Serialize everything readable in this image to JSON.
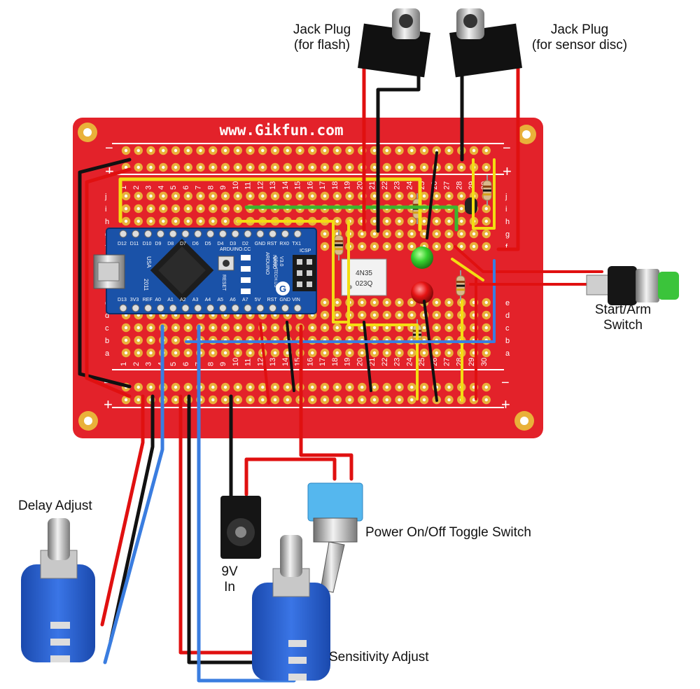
{
  "board": {
    "url_text": "www.Gikfun.com",
    "row_letters_top": [
      "j",
      "i",
      "h",
      "g",
      "f"
    ],
    "row_letters_bottom": [
      "e",
      "d",
      "c",
      "b",
      "a"
    ],
    "column_numbers": [
      "1",
      "2",
      "3",
      "4",
      "5",
      "6",
      "7",
      "8",
      "9",
      "10",
      "11",
      "12",
      "13",
      "14",
      "15",
      "16",
      "17",
      "18",
      "19",
      "20",
      "21",
      "22",
      "23",
      "24",
      "25",
      "26",
      "27",
      "28",
      "29",
      "30"
    ],
    "rail_plus": "+",
    "rail_minus": "−"
  },
  "arduino": {
    "name_lines": [
      "ARDUINO",
      "NANO",
      "V3.0"
    ],
    "brand": "ARDUINO.CC",
    "maker": "GRAVITECH.US",
    "year": "2011",
    "usa": "USA",
    "reset": "RESET",
    "icsp": "ICSP",
    "top_pins": [
      "D12",
      "D11",
      "D10",
      "D9",
      "D8",
      "D7",
      "D6",
      "D5",
      "D4",
      "D3",
      "D2",
      "GND",
      "RST",
      "RX0",
      "TX1"
    ],
    "bottom_pins": [
      "D13",
      "3V3",
      "REF",
      "A0",
      "A1",
      "A2",
      "A3",
      "A4",
      "A5",
      "A6",
      "A7",
      "5V",
      "RST",
      "GND",
      "VIN"
    ]
  },
  "optocoupler": {
    "line1": "4N35",
    "line2": "023Q"
  },
  "labels": {
    "jack_flash_l1": "Jack Plug",
    "jack_flash_l2": "(for flash)",
    "jack_sensor_l1": "Jack Plug",
    "jack_sensor_l2": "(for sensor disc)",
    "start_arm_l1": "Start/Arm",
    "start_arm_l2": "Switch",
    "delay_adjust": "Delay Adjust",
    "power_l1": "9V",
    "power_l2": "In",
    "power_switch": "Power On/Off Toggle Switch",
    "sensitivity": "Sensitivity Adjust"
  },
  "colors": {
    "board_red": "#e3222a",
    "pad_gold": "#e9b13a",
    "nano_blue": "#1a52a8",
    "wire_red": "#e01010",
    "wire_black": "#111111",
    "wire_blue": "#3a7de0",
    "wire_yellow": "#f3dd12",
    "wire_green": "#3cb52e",
    "pot_blue": "#2b62d2",
    "led_green": "#35d12e",
    "led_red": "#e61414"
  }
}
